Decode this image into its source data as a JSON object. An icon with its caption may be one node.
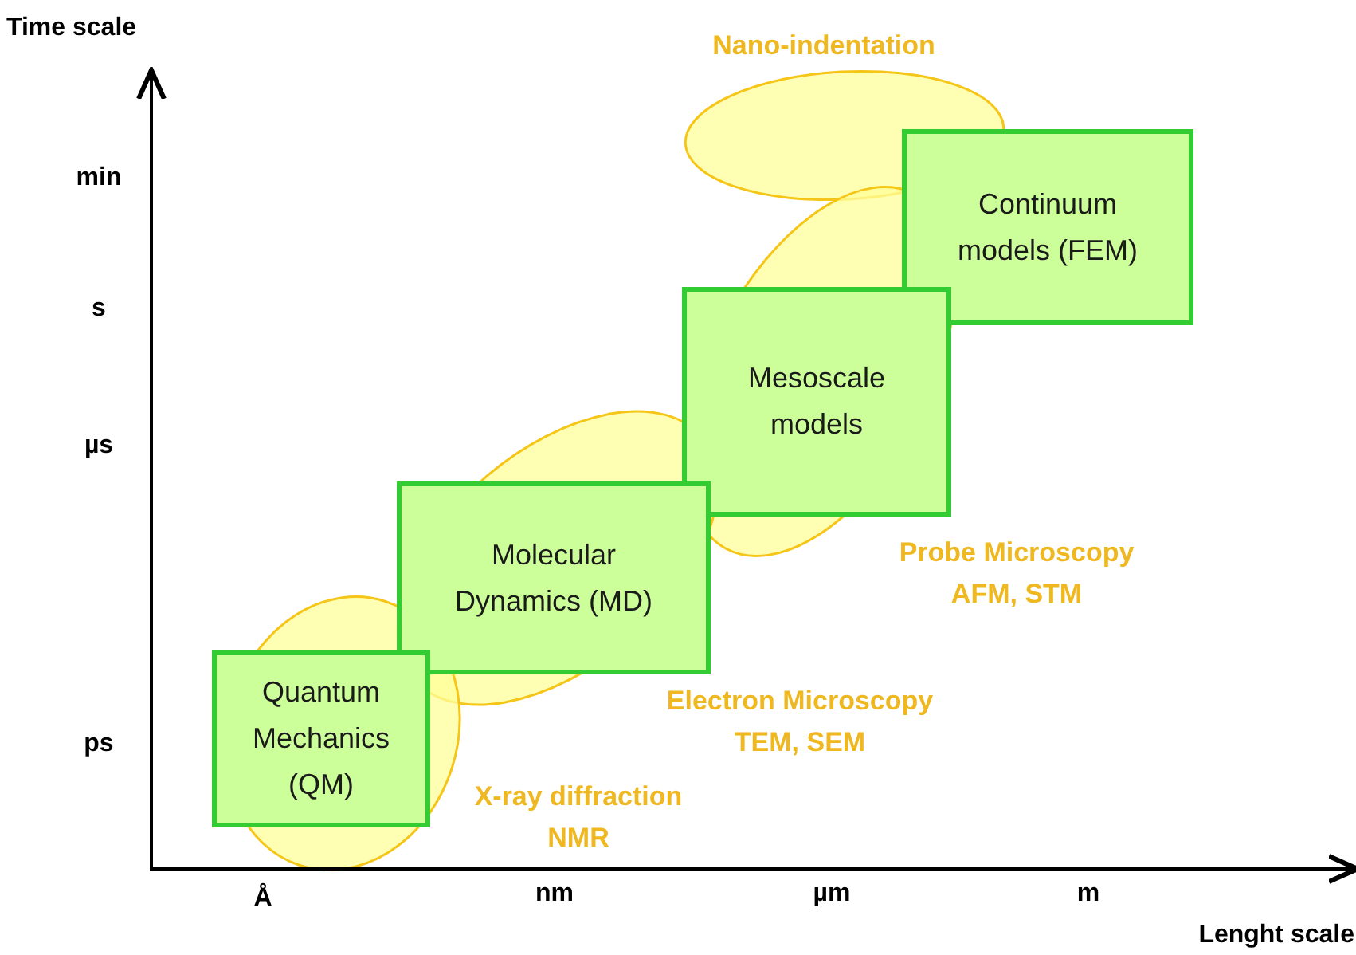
{
  "diagram": {
    "nodes": [
      {
        "text": [
          "Continuum models (FEM)"
        ]
      },
      {
        "text": [
          "Mesoscale models"
        ]
      },
      {
        "text": [
          "Molecular Dynamics (MD)"
        ]
      },
      {
        "text": [
          "Quantum Mechanics (QM)"
        ]
      }
    ],
    "labels": [
      "Time scale",
      "Nano-indentation",
      "min",
      "s",
      "µs",
      "Probe Microscopy AFM, STM",
      "Electron Microscopy TEM, SEM",
      "ps",
      "X-ray diffraction NMR",
      "Å",
      "nm",
      "µm",
      "m",
      "Lenght scale"
    ]
  }
}
